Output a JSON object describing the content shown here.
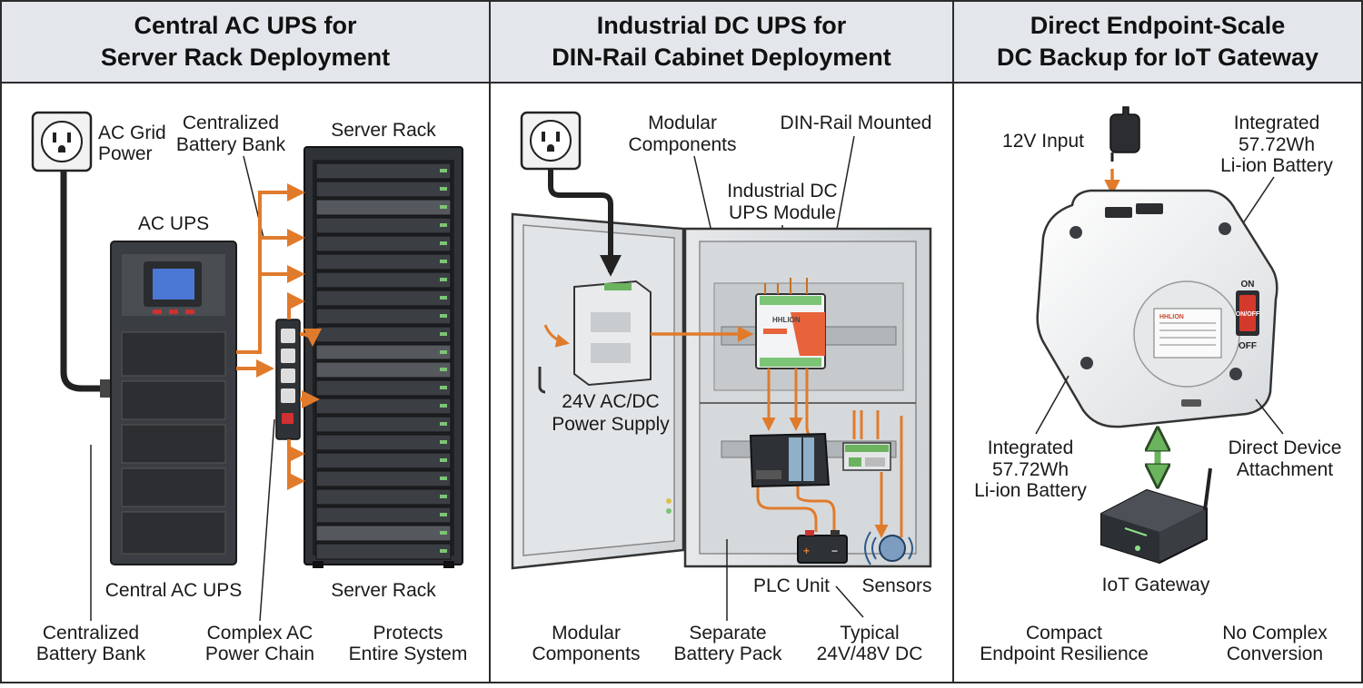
{
  "panels": [
    {
      "title_line1": "Central AC UPS for",
      "title_line2": "Server Rack Deployment",
      "labels": {
        "ac_grid_1": "AC Grid",
        "ac_grid_2": "Power",
        "central_bank_1": "Centralized",
        "central_bank_2": "Battery Bank",
        "server_rack_top": "Server Rack",
        "ac_ups": "AC UPS",
        "central_ac_ups": "Central AC UPS",
        "server_rack_bottom": "Server Rack"
      },
      "footer": [
        {
          "line1": "Centralized",
          "line2": "Battery Bank"
        },
        {
          "line1": "Complex AC",
          "line2": "Power Chain"
        },
        {
          "line1": "Protects",
          "line2": "Entire System"
        }
      ]
    },
    {
      "title_line1": "Industrial DC UPS for",
      "title_line2": "DIN-Rail Cabinet Deployment",
      "labels": {
        "modular_1": "Modular",
        "modular_2": "Components",
        "din_rail": "DIN-Rail Mounted",
        "ups_module_1": "Industrial DC",
        "ups_module_2": "UPS Module",
        "psu_1": "24V AC/DC",
        "psu_2": "Power Supply",
        "plc_unit": "PLC Unit",
        "sensors": "Sensors",
        "module_brand": "HHLION"
      },
      "footer": [
        {
          "line1": "Modular",
          "line2": "Components"
        },
        {
          "line1": "Separate",
          "line2": "Battery Pack"
        },
        {
          "line1": "Typical",
          "line2": "24V/48V DC"
        }
      ]
    },
    {
      "title_line1": "Direct Endpoint-Scale",
      "title_line2": "DC Backup for IoT Gateway",
      "labels": {
        "input_12v": "12V Input",
        "battery_top_1": "Integrated",
        "battery_top_2": "57.72Wh",
        "battery_top_3": "Li-ion Battery",
        "battery_left_1": "Integrated",
        "battery_left_2": "57.72Wh",
        "battery_left_3": "Li-ion Battery",
        "direct_1": "Direct Device",
        "direct_2": "Attachment",
        "iot_gateway": "IoT Gateway",
        "switch_on": "ON",
        "switch_off": "OFF",
        "rocker_text": "ON/OFF",
        "device_brand": "HHLION"
      },
      "footer": [
        {
          "line1": "Compact",
          "line2": "Endpoint Resilience"
        },
        {
          "line1": "No Complex",
          "line2": "Conversion"
        }
      ]
    }
  ],
  "colors": {
    "header_bg": "#e3e7eb",
    "cable_ac": "#e07b2c",
    "cable_dc": "#d9822b",
    "cabinet": "#dcdfe2",
    "rack": "#2f3236",
    "screen": "#4a78d4",
    "accent_green": "#7cc576"
  }
}
